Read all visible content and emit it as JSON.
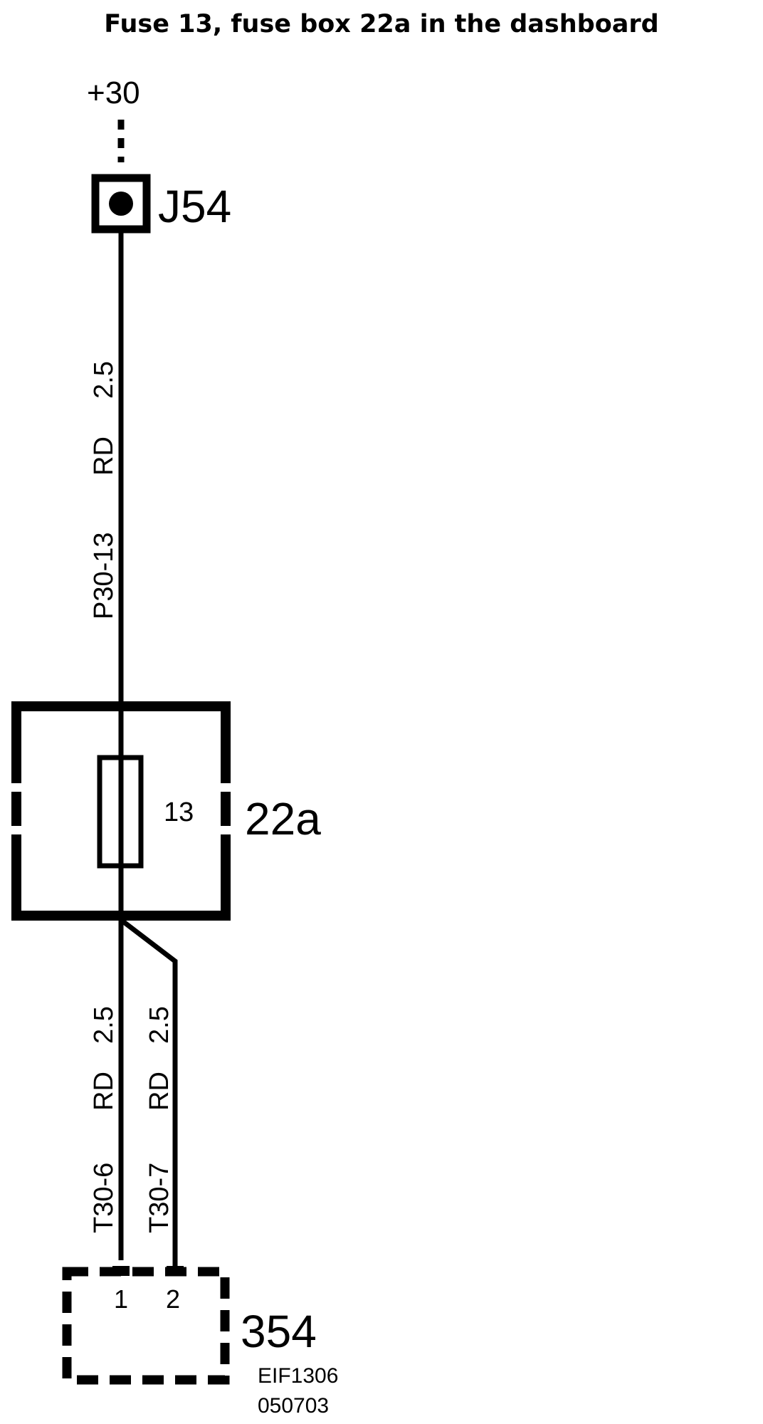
{
  "title": "Fuse 13, fuse box 22a in the dashboard",
  "supply": "+30",
  "connector_top": "J54",
  "wire_top": {
    "size": "2.5",
    "color": "RD",
    "id": "P30-13"
  },
  "fuse": {
    "number": "13",
    "box": "22a"
  },
  "wire_left": {
    "size": "2.5",
    "color": "RD",
    "id": "T30-6"
  },
  "wire_right": {
    "size": "2.5",
    "color": "RD",
    "id": "T30-7"
  },
  "connector_bottom": {
    "name": "354",
    "pin1": "1",
    "pin2": "2"
  },
  "doc_code": "EIF1306",
  "doc_date": "050703"
}
